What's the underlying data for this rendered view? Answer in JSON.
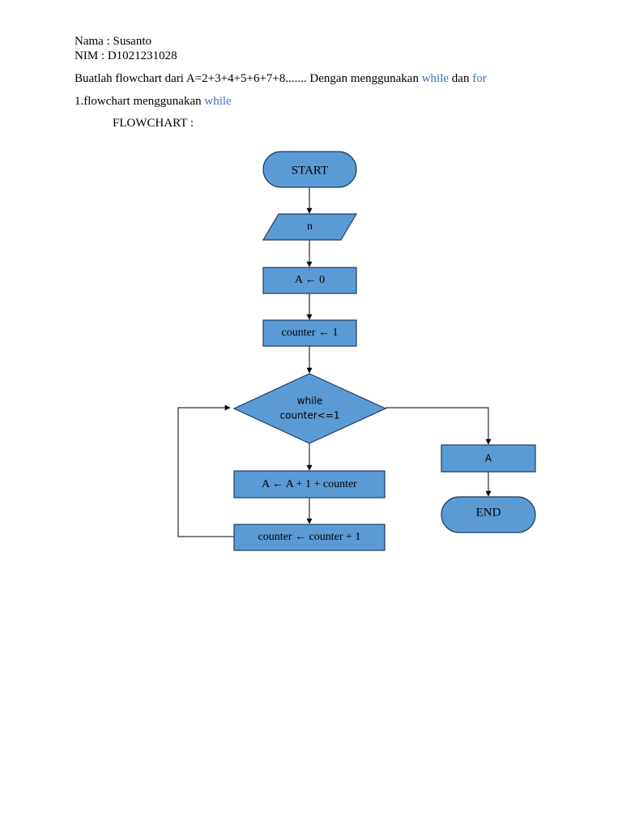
{
  "header": {
    "name_line": "Nama : Susanto",
    "nim_line": "NIM : D1021231028",
    "task_prefix": "Buatlah flowchart dari A=2+3+4+5+6+7+8....... Dengan menggunakan ",
    "task_kw1": "while",
    "task_mid": " dan ",
    "task_kw2": "for",
    "sub_prefix": "1.flowchart menggunakan ",
    "sub_kw": "while",
    "flowchart_label": "FLOWCHART :"
  },
  "flowchart": {
    "start": "START",
    "input": "n",
    "init_a": "A ← 0",
    "init_counter": "counter ← 1",
    "decision_line1": "while",
    "decision_line2": "counter<=1",
    "update_a": "A ← A + 1 + counter",
    "update_counter": "counter ← counter + 1",
    "output": "A",
    "end": "END"
  },
  "colors": {
    "shape_fill": "#5b9bd5",
    "shape_stroke": "#1f3a5f",
    "keyword_text": "#3a6fc4"
  }
}
